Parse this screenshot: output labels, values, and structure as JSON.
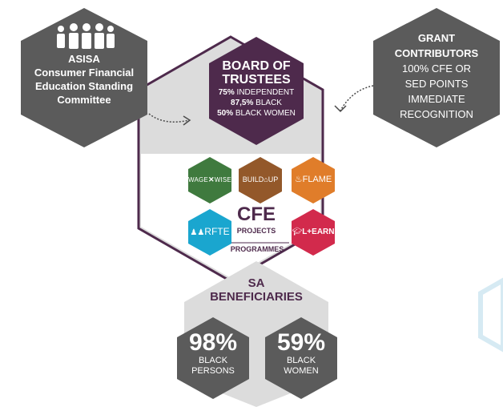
{
  "colors": {
    "dark": "#5b5b5b",
    "purple": "#4e2a4c",
    "light_grey": "#dcdcdc",
    "green": "#3f7a3e",
    "brown": "#93582a",
    "orange": "#e07d2a",
    "blue": "#1aa6cf",
    "red": "#d22a4c"
  },
  "icons": [
    "people-group-icon",
    "dotted-arrow-icon",
    "house-logo-icon",
    "flame-icon",
    "family-icon",
    "graduation-cap-icon"
  ],
  "asisa": {
    "line1": "ASISA",
    "line2": "Consumer Financial",
    "line3": "Education Standing",
    "line4": "Committee"
  },
  "grant": {
    "line1": "GRANT",
    "line2": "CONTRIBUTORS",
    "line3": "100% CFE OR",
    "line4": "SED POINTS",
    "line5": "IMMEDIATE",
    "line6": "RECOGNITION"
  },
  "board": {
    "title1": "BOARD OF",
    "title2": "TRUSTEES",
    "s1_pct": "75%",
    "s1_label": "INDEPENDENT",
    "s2_pct": "87,5%",
    "s2_label": "BLACK",
    "s3_pct": "50%",
    "s3_label": "BLACK WOMEN"
  },
  "projects": {
    "wagewise_a": "WAGE",
    "wagewise_b": "WISE",
    "buildup_a": "BUILD",
    "buildup_b": "UP",
    "flame": "FLAME",
    "rfte": "RFTE",
    "learn": "L+EARN"
  },
  "cfe": {
    "title": "CFE",
    "line1": "PROJECTS",
    "line2": "PROGRAMMES"
  },
  "beneficiaries": {
    "line1": "SA",
    "line2": "BENEFICIARIES",
    "stat1_pct": "98%",
    "stat1_l1": "BLACK",
    "stat1_l2": "PERSONS",
    "stat2_pct": "59%",
    "stat2_l1": "BLACK",
    "stat2_l2": "WOMEN"
  }
}
